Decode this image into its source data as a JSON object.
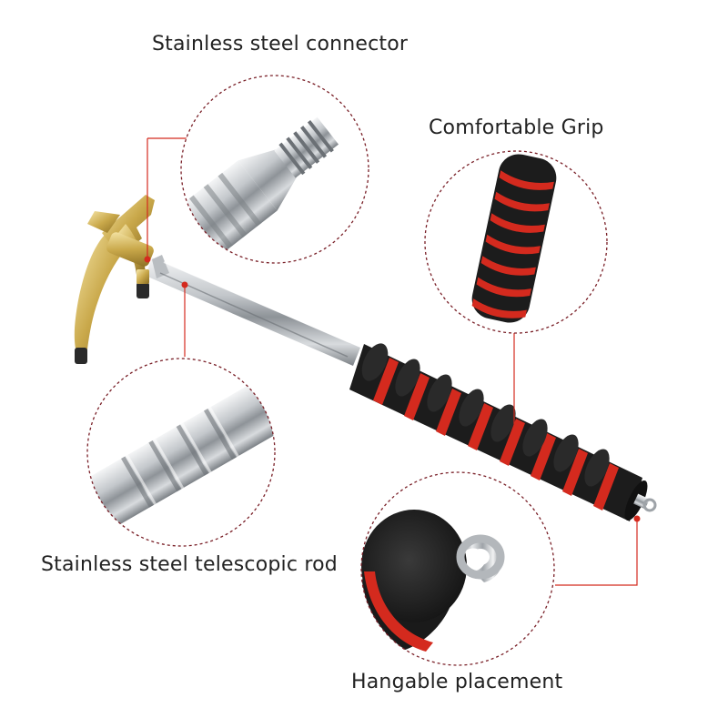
{
  "callouts": {
    "connector": {
      "label": "Stainless steel connector"
    },
    "grip": {
      "label": "Comfortable Grip"
    },
    "rod": {
      "label": "Stainless steel telescopic rod"
    },
    "hang": {
      "label": "Hangable placement"
    }
  },
  "colors": {
    "accent_red": "#d42a1e",
    "callout_border": "#7a2028",
    "foam_black": "#1c1c1c",
    "steel": "#c8ccd0",
    "brass": "#c9a84a"
  }
}
